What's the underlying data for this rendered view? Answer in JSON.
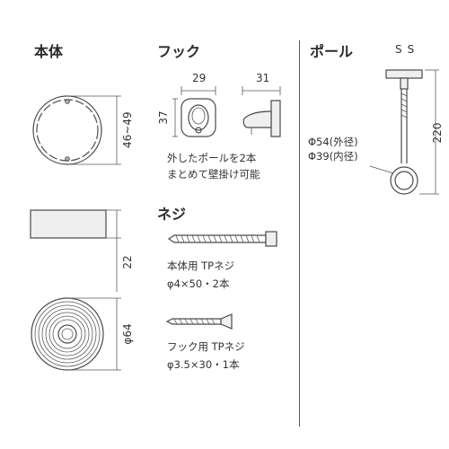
{
  "sections": {
    "body": "本体",
    "hook": "フック",
    "pole": "ポール",
    "screw": "ネジ"
  },
  "body_dims": {
    "diameter_range": "46~49",
    "height": "22",
    "base_diameter": "φ64"
  },
  "hook_dims": {
    "width_front": "29",
    "width_side": "31",
    "height": "37",
    "note_line1": "外したポールを2本",
    "note_line2": "まとめて壁掛け可能"
  },
  "screws": {
    "body_label": "本体用 TPネジ",
    "body_spec": "φ4×50・2本",
    "hook_label": "フック用 TPネジ",
    "hook_spec": "φ3.5×30・1本"
  },
  "pole_dims": {
    "size_code": "SS",
    "outer": "Φ54(外径)",
    "inner": "Φ39(内径)",
    "length": "220"
  }
}
